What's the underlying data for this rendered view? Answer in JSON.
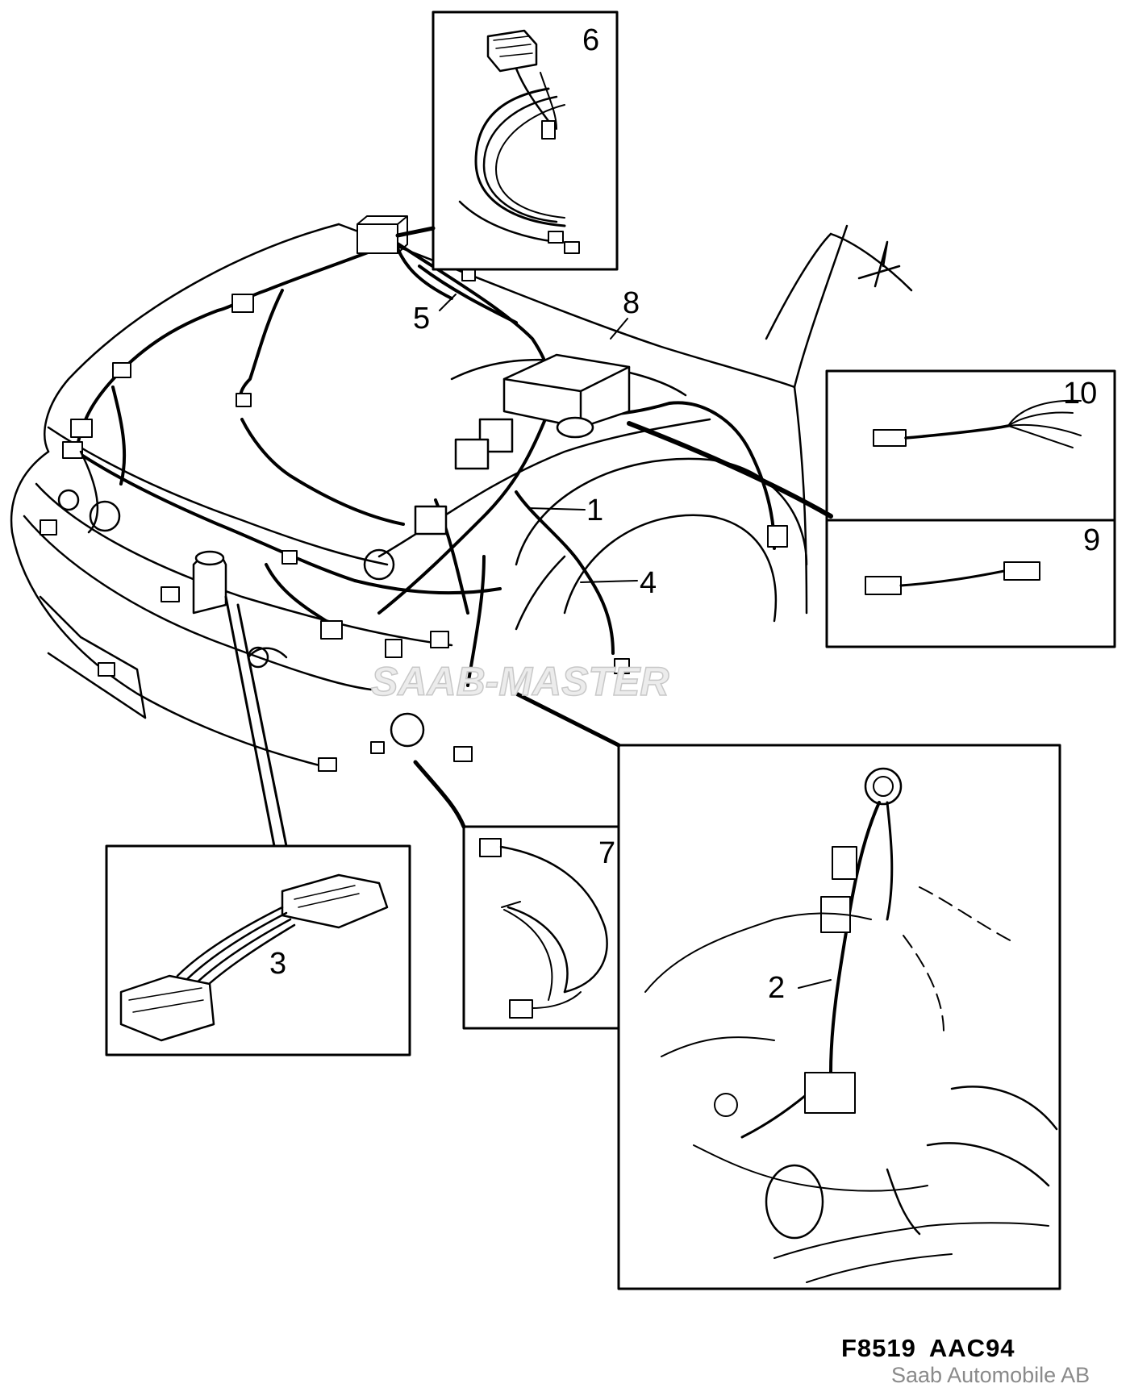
{
  "callouts": [
    {
      "id": "1",
      "label": "1"
    },
    {
      "id": "2",
      "label": "2"
    },
    {
      "id": "3",
      "label": "3"
    },
    {
      "id": "4",
      "label": "4"
    },
    {
      "id": "5",
      "label": "5"
    },
    {
      "id": "6",
      "label": "6"
    },
    {
      "id": "7",
      "label": "7"
    },
    {
      "id": "8",
      "label": "8"
    },
    {
      "id": "9",
      "label": "9"
    },
    {
      "id": "10",
      "label": "10"
    }
  ],
  "watermark": "SAAB-MASTER",
  "figure_code": {
    "part1": "F8519",
    "part2": "AAC94"
  },
  "credit": "Saab Automobile AB"
}
